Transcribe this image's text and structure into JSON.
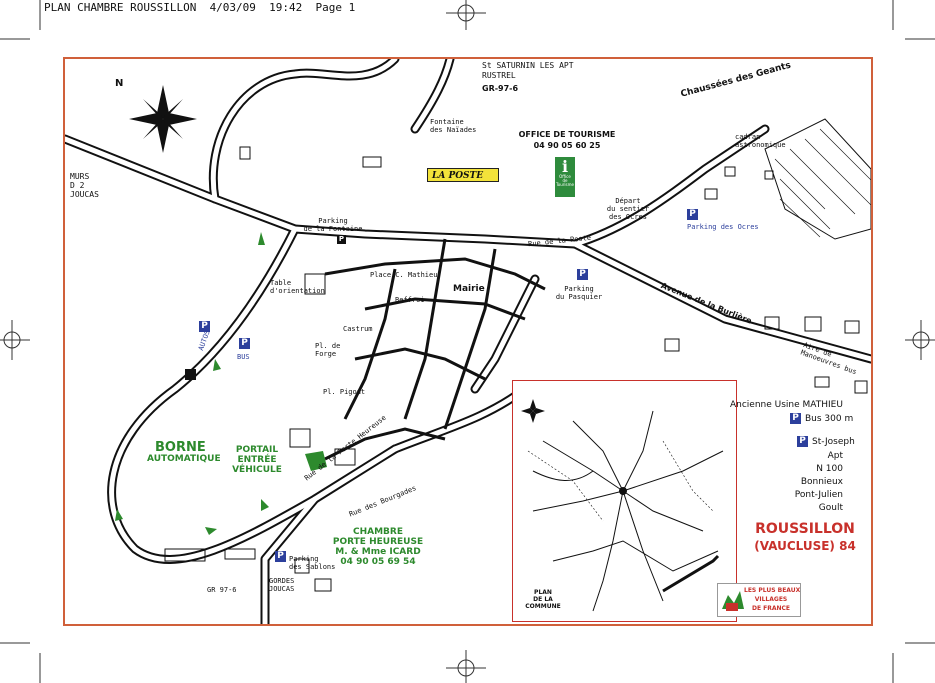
{
  "header": {
    "text": "PLAN CHAMBRE ROUSSILLON  4/03/09  19:42  Page 1"
  },
  "map": {
    "compass_label": "N",
    "labels": {
      "st_saturnin": "St SATURNIN LES APT",
      "rustrel": "RUSTREL",
      "gr_road": "GR-97-6",
      "fontaine": "Fontaine\ndes Naïades",
      "office": "OFFICE DE TOURISME",
      "office_phone": "04 90 05 60 25",
      "chaussees": "Chaussées des Geants",
      "cadran": "cadran\nastronomique",
      "murs": "MURS\nD 2\nJOUCAS",
      "parking_fontaine": "Parking\nde la Fontaine",
      "la_poste": "LA POSTE",
      "tourisme_sign": "Office\nde\nTourisme",
      "depart": "Départ\ndu sentier\ndes Ocres",
      "parking_ocres": "Parking des Ocres",
      "rue_poste": "Rue de la Poste",
      "table_orientation": "Table\nd'orientation",
      "place_mathieu": "Place C. Mathieu",
      "mairie": "Mairie",
      "beffroi": "Beffroi",
      "parking_pasquier": "Parking\ndu Pasquier",
      "avenue": "Avenue de la Burlière",
      "castrum": "Castrum",
      "pl_forge": "Pl. de\nForge",
      "autos": "AUTOS",
      "bus": "BUS",
      "pl_pigout": "Pl. Pigout",
      "mainstreet": "Rue de la Porte Heureuse",
      "rue_bourgades": "Rue des Bourgades",
      "aire_manoeuvres": "Aire de\nManoeuvres bus",
      "borne": "BORNE",
      "automatique": "AUTOMATIQUE",
      "portail": "PORTAIL\nENTRÉE\nVÉHICULE",
      "chambre": "CHAMBRE\nPORTE HEUREUSE\nM. & Mme ICARD\n04 90 05 69 54",
      "parking_sablons": "Parking\ndes Sablons",
      "gr_bottom": "GR 97-6",
      "gordes": "GORDES\nJOUCAS"
    },
    "right_panel": {
      "usine": "Ancienne Usine MATHIEU",
      "bus": "Bus 300 m",
      "st_joseph": "St-Joseph",
      "destinations": [
        "Apt",
        "N 100",
        "Bonnieux",
        "Pont-Julien",
        "Goult"
      ]
    },
    "title": "ROUSSILLON",
    "subtitle": "(VAUCLUSE) 84",
    "inset_label": "PLAN\nDE LA\nCOMMUNE",
    "village_logo": "LES PLUS BEAUX\nVILLAGES\nDE FRANCE",
    "parking_letter": "P",
    "info_letter": "i",
    "colors": {
      "frame": "#d0603a",
      "green": "#2d8a2d",
      "red": "#c8312b",
      "parking_blue": "#2c3f9c",
      "poste_yellow": "#f3e33a"
    }
  }
}
